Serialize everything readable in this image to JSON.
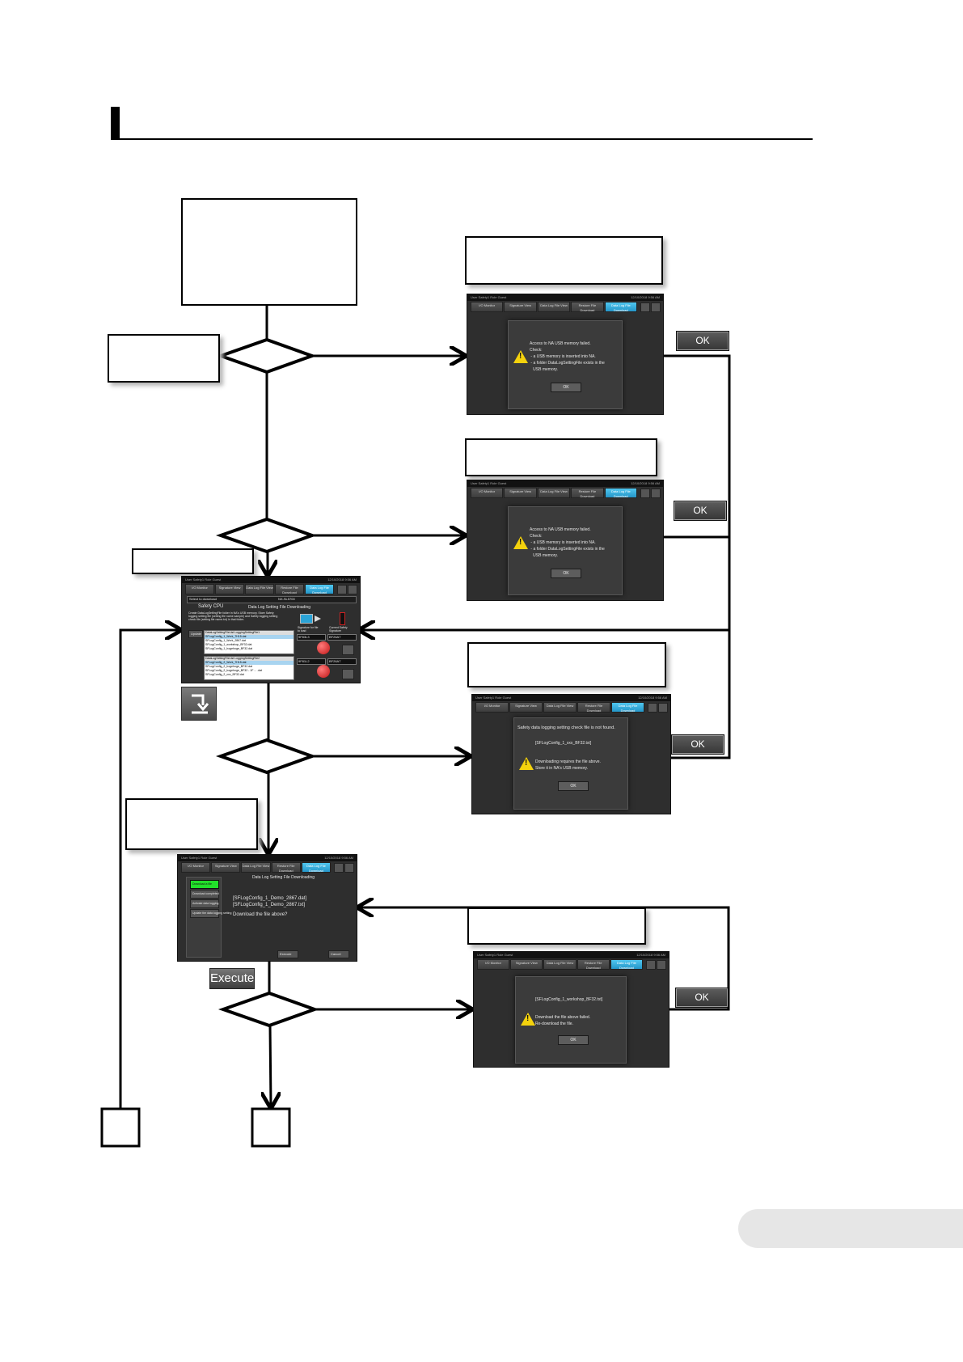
{
  "buttons": {
    "ok_label": "OK",
    "execute_label": "Execute"
  },
  "hmi": {
    "tabs": [
      "I/O Monitor",
      "Signature View",
      "Data Log File View",
      "Restore File Download",
      "Data Log File Download"
    ],
    "clock": "12/10/2018  9:56 AM",
    "top_left": "User  Safety1        Role  Guest"
  },
  "usb_error_dialog": {
    "text": "Access to NA USB memory failed.\nCheck:\n - a USB memory is inserted into NA.\n - a folder DataLogSettingFile exists in the\n   USB memory.",
    "ok": "OK"
  },
  "file_not_found_dialog": {
    "line1": "Safety data logging setting check file is not found.",
    "file": "[SFLogConfig_1_xxx_BF32.txt]",
    "line2": "Downloading requires the file above.\nStore it in NA's USB memory.",
    "ok": "OK"
  },
  "download_failed_dialog": {
    "file": "[SFLogConfig_1_workshop_BF32.txt]",
    "text": "Download the file above failed.\nRe-download the file.",
    "ok": "OK"
  },
  "download_screen": {
    "title": "Data Log Setting File Downloading",
    "safety_cpu": "Safety CPU",
    "cpu_model": "NX-SL5700",
    "select_label": "Select to download",
    "update": "Update",
    "description": "Create DataLogSettingFile folder in NA's USB memory. Store Safety\nlogging setting file (setting file name sample) and Safety logging setting\ncheck file (setting file name.txt) in that folder.",
    "list1_header": "DataLogSettingFileList LoggingSettingFile1",
    "list1": [
      "SFLogConfig_1_Work_7H15.dat",
      "SFLogConfig_1_Work_2867.dat",
      "SFLogConfig_1_workshop_BF32.dat",
      "SFLogConfig_1_hogehoge_BF32.dat"
    ],
    "list2_header": "DataLogSettingFileList LoggingSettingFile2",
    "list2": [
      "SFLogConfig_2_Work_7H15.dat",
      "SFLogConfig_2_hogehoge_BF32.dat",
      "SFLogConfig_2_hogehoge_BF32 - 1F ... .dat",
      "SFLogConfig_2_xxx_BF32.dat"
    ],
    "sig_label": "Signature for file\nto load",
    "cur_label": "Current Safety\nSignature",
    "sig1": "9F83L3",
    "cur1": "BF26A7",
    "sig2": "9F81L2",
    "cur2": "BF26A7"
  },
  "confirm_screen": {
    "title": "Data Log Setting File Downloading",
    "steps": [
      "Download a file",
      "Download completed",
      "Activate data logging",
      "Update the data logging setting"
    ],
    "files": "[SFLogConfig_1_Demo_2867.dat]\n[SFLogConfig_1_Demo_2867.txt]",
    "question": "Download the file above?",
    "execute": "Execute",
    "cancel": "Cancel"
  },
  "colors": {
    "accent_tab": "#2ba3d6",
    "step_active": "#22e02a",
    "warning": "#f4d20d",
    "signature_button": "#d81f1f"
  }
}
